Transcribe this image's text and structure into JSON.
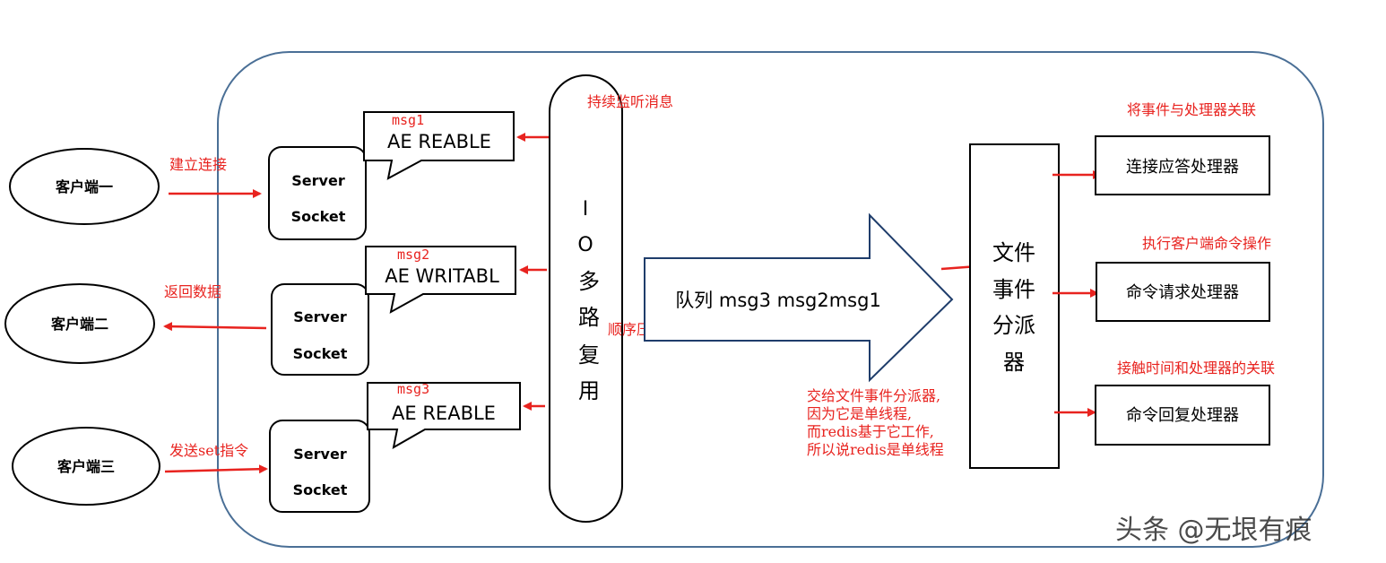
{
  "clients": [
    "客户端一",
    "客户端二",
    "客户端三"
  ],
  "client_actions": [
    "建立连接",
    "返回数据",
    "发送set指令"
  ],
  "server_socket": [
    "Server",
    "Socket"
  ],
  "events": [
    {
      "msg": "msg1",
      "label": "AE  REABLE"
    },
    {
      "msg": "msg2",
      "label": "AE  WRITABL"
    },
    {
      "msg": "msg3",
      "label": "AE  REABLE"
    }
  ],
  "io_multiplex": {
    "label_chars": [
      "I",
      "O",
      "多",
      "路",
      "复",
      "用"
    ],
    "listen_note": "持续监听消息",
    "queue_note": "顺序压入队列"
  },
  "queue_arrow": {
    "label": "队列 msg3 msg2msg1"
  },
  "dispatcher": {
    "label_lines": [
      "文件",
      "事件",
      "分派",
      "器"
    ],
    "note_lines": [
      "交给文件事件分派器,",
      "因为它是单线程,",
      "而redis基于它工作,",
      "所以说redis是单线程"
    ]
  },
  "handlers": [
    {
      "note": "将事件与处理器关联",
      "label": "连接应答处理器"
    },
    {
      "note": "执行客户端命令操作",
      "label": "命令请求处理器"
    },
    {
      "note": "接触时间和处理器的关联",
      "label": "命令回复处理器"
    }
  ],
  "watermark": "头条 @无垠有痕"
}
